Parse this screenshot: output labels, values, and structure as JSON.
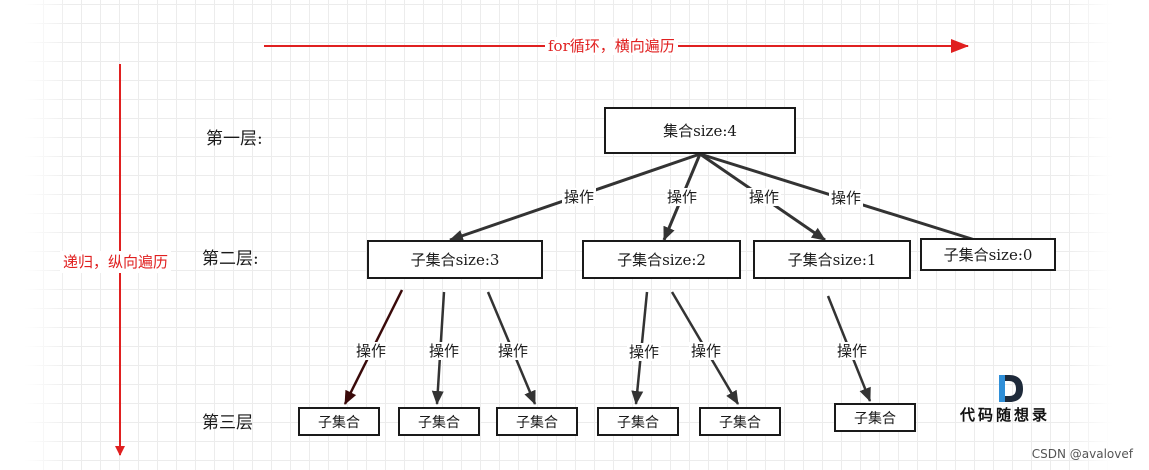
{
  "annotations": {
    "horizontal": "for循环，横向遍历",
    "vertical": "递归，纵向遍历"
  },
  "levels": {
    "first": "第一层:",
    "second": "第二层:",
    "third": "第三层"
  },
  "nodes": {
    "root": "集合size:4",
    "child_3": "子集合size:3",
    "child_2": "子集合size:2",
    "child_1": "子集合size:1",
    "child_0": "子集合size:0",
    "leaf": "子集合"
  },
  "edge_label": "操作",
  "logo": {
    "letter": "D",
    "text": "代码随想录"
  },
  "watermark": "CSDN @avalovef",
  "colors": {
    "red": "#e02020",
    "box_border": "#1a1a1a",
    "arrow": "#333333",
    "arrow_dark": "#3a0a0a",
    "grid": "#ececec"
  }
}
